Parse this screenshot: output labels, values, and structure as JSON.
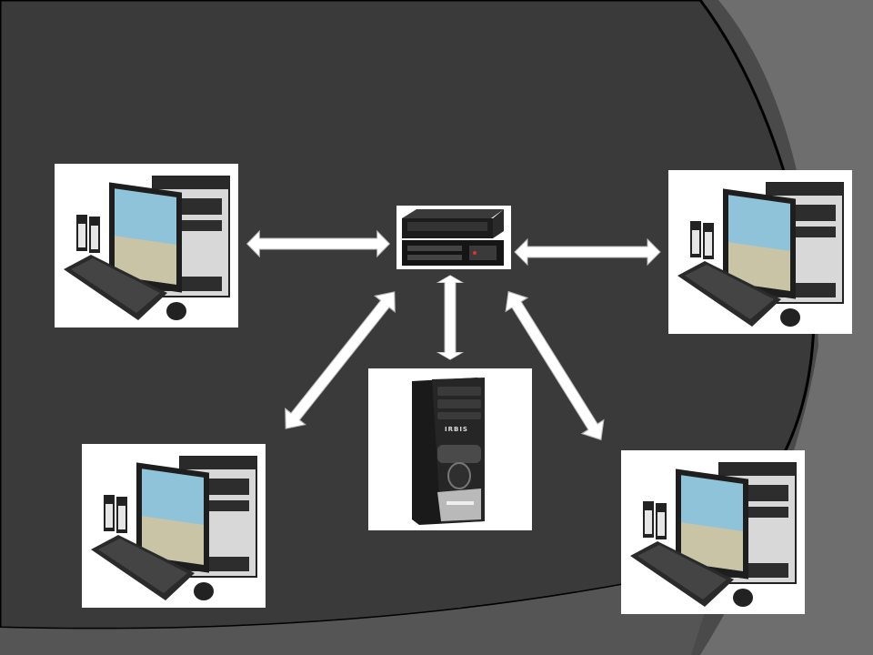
{
  "background": {
    "outer_color": "#4a4a4a",
    "blob_color": "#3a3a3a",
    "edge_color": "#000000",
    "accent_band_color": "#6e6e6e"
  },
  "arrow_color": "#ffffff",
  "nodes": {
    "central_switch": {
      "icon": "network-switch-icon"
    },
    "server": {
      "icon": "server-tower-icon",
      "brand_label": "IRBIS"
    },
    "workstations": [
      {
        "icon": "desktop-computer-icon"
      },
      {
        "icon": "desktop-computer-icon"
      },
      {
        "icon": "desktop-computer-icon"
      },
      {
        "icon": "desktop-computer-icon"
      }
    ]
  },
  "connections": [
    {
      "from": "workstation-top-left",
      "to": "central-switch",
      "direction": "both"
    },
    {
      "from": "central-switch",
      "to": "workstation-top-right",
      "direction": "both"
    },
    {
      "from": "central-switch",
      "to": "server",
      "direction": "both"
    },
    {
      "from": "central-switch",
      "to": "workstation-bottom-left",
      "direction": "both"
    },
    {
      "from": "central-switch",
      "to": "workstation-bottom-right",
      "direction": "both"
    }
  ]
}
